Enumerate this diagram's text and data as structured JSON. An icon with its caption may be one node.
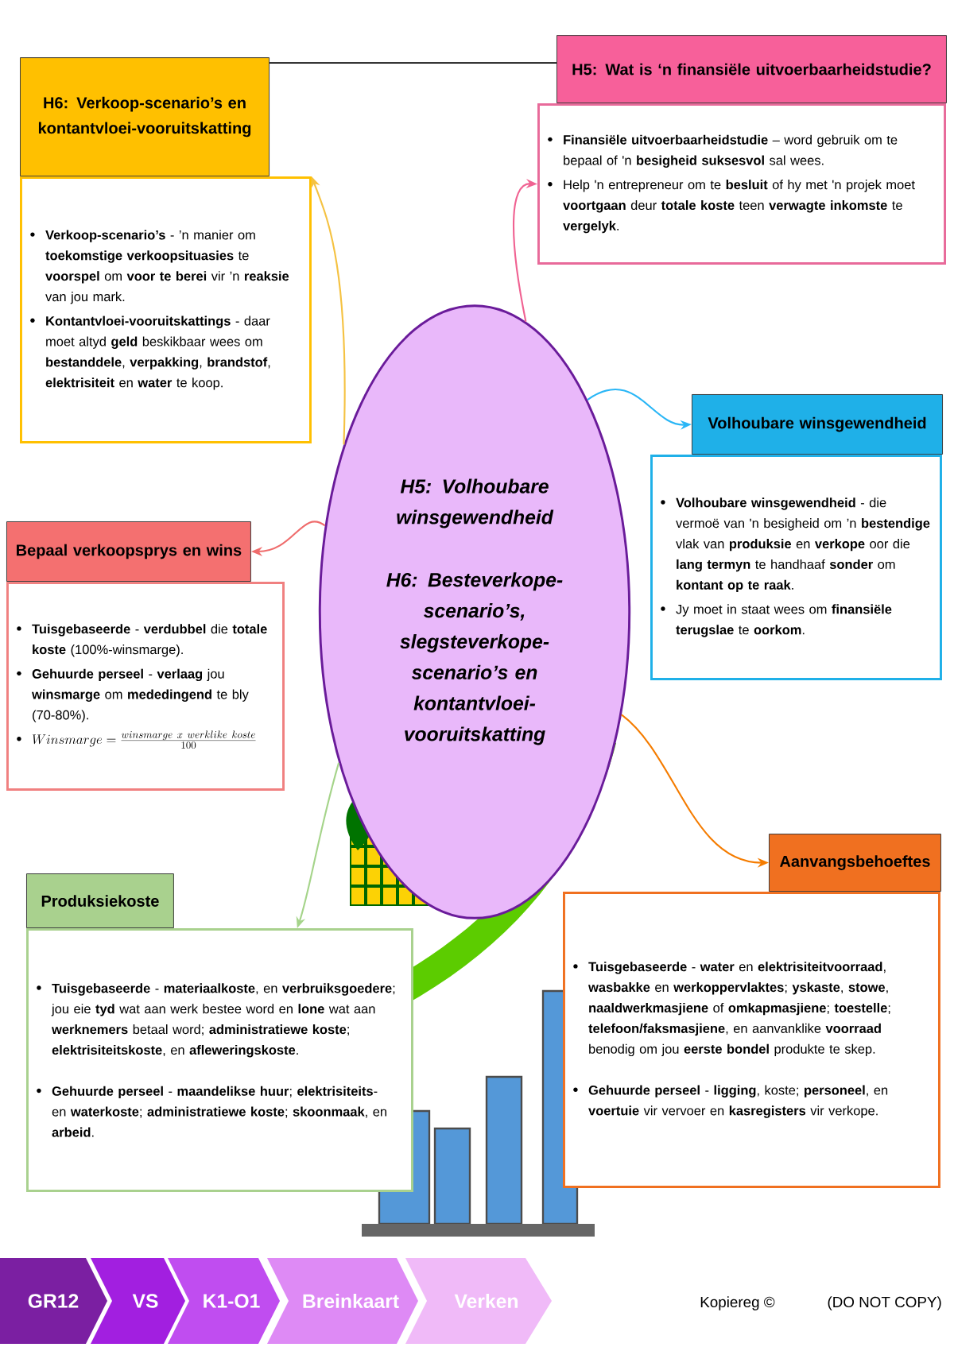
{
  "diagram": {
    "nodes": [
      {
        "text": [
          "H5: Volhoubare winsgewendheid",
          "H6: Besteverkope-scenario’s, slegsteverkope-scenario’s en kontantvloei-vooruitskatting"
        ]
      },
      {
        "text": [
          "H6: Verkoop-scenario’s en kontantvloei-vooruitskatting",
          "**Verkoop-scenario’s** - ’n manier om **toekomstige verkoopsituasies** te **voorspel** om **voor te berei** vir ’n **reaksie** van jou mark.",
          "**Kontantvloei-vooruitskattings** - daar moet altyd **geld** beskikbaar wees om **bestanddele**, **verpakking**, **brandstof**, **elektrisiteit** en **water** te koop."
        ]
      },
      {
        "text": [
          "H5: Wat is ‘n finansiële uitvoerbaarheidstudie?",
          "**Finansiële uitvoerbaarheidstudie** – word gebruik om te bepaal of 'n **besigheid suksesvol** sal wees.",
          "Help 'n entrepreneur om te **besluit** of hy met 'n projek moet **voortgaan** deur **totale koste** teen **verwagte inkomste** te **vergelyk**."
        ]
      },
      {
        "text": [
          "Volhoubare winsgewendheid",
          "**Volhoubare winsgewendheid** - die vermoë van 'n besigheid om ’n **bestendige** vlak van **produksie** en **verkope** oor die **lang termyn** te handhaaf **sonder** om **kontant op te raak**.",
          "Jy moet in staat wees om **finansiële terugslae** te **oorkom**."
        ]
      },
      {
        "text": [
          "Bepaal verkoopsprys en wins",
          "**Tuisgebaseerde** - **verdubbel** die **totale koste** (100%-winsmarge).",
          "**Gehuurde perseel** - **verlaag** jou **winsmarge** om **mededingend** te bly (70-80%).",
          "Winsmarge = \\frac{winsmarge\\ x\\ werklike\\ koste}{100}"
        ]
      },
      {
        "text": [
          "Produksiekoste",
          "**Tuisgebaseerde** - **materiaalkoste**, en **verbruiksgoedere**; jou eie **tyd** wat aan werk bestee word en **lone** wat aan **werknemers** betaal word; **administratiewe koste**; **elektrisiteitskoste**, en **afleweringskoste**.",
          "**Gehuurde perseel** - **maandelikse huur**; **elektrisiteits**- en **waterkoste**; **administratiewe koste**; **skoonmaak**, en **arbeid**."
        ]
      },
      {
        "text": [
          "Aanvangsbehoeftes",
          "**Tuisgebaseerde** - **water** en **elektrisiteitvoorraad**, **wasbakke** en **werkoppervlaktes**; **yskaste**, **stowe**, **naaldwerkmasjiene** of **omkapmasjiene**; **toestelle**; **telefoon/faksmasjiene**, en aanvanklike **voorraad** benodig om jou **eerste bondel** produkte te skep.",
          "**Gehuurde perseel** - **ligging**, koste; **personeel**, en **voertuie** vir vervoer en **kasregisters** vir verkope."
        ]
      }
    ],
    "edges": [
      {
        "from": 0,
        "to": 1,
        "arrow": "to",
        "color": "#f5c242"
      },
      {
        "from": 0,
        "to": 2,
        "arrow": "to",
        "color": "#f06292"
      },
      {
        "from": 0,
        "to": 3,
        "arrow": "to",
        "color": "#29b6f6"
      },
      {
        "from": 0,
        "to": 4,
        "arrow": "to",
        "color": "#ef6c6c"
      },
      {
        "from": 0,
        "to": 5,
        "arrow": "to",
        "color": "#a5d48a"
      },
      {
        "from": 0,
        "to": 6,
        "arrow": "to",
        "color": "#f57c00"
      },
      {
        "from": 1,
        "to": 2,
        "arrow": "none",
        "color": "#000000"
      }
    ],
    "labels": [
      "GR12",
      "VS",
      "K1-O1",
      "Breinkaart",
      "Verken",
      "Kopiereg ©",
      "(DO NOT COPY)"
    ]
  }
}
